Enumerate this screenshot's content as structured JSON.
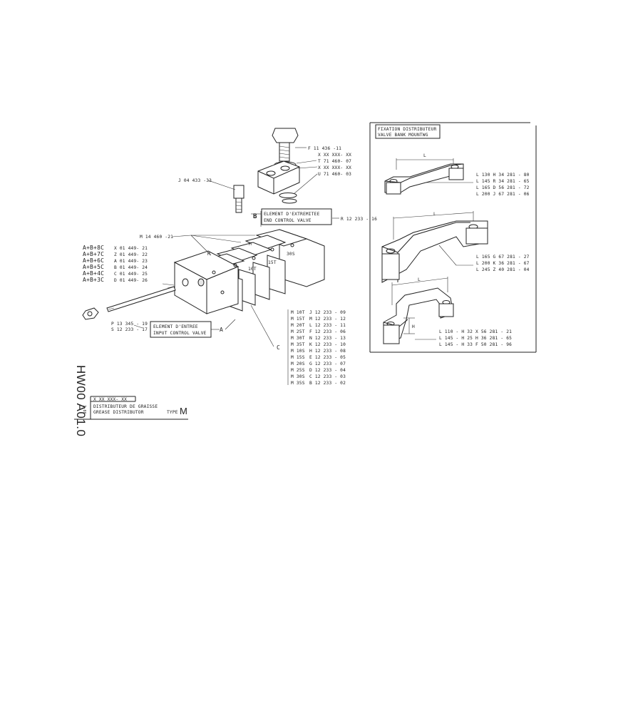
{
  "main_drawing": {
    "part_f": "F 11 436 -11",
    "part_x1": "X XX XXX- XX",
    "part_t": "T 71 460- 07",
    "part_x2": "X XX XXX- XX",
    "part_u": "U 71 460- 03",
    "part_j": "J 04 433 -33",
    "callout_b": "B",
    "end_valve_fr": "ELEMENT D'EXTREMITEE",
    "end_valve_en": "END CONTROL VALVE",
    "part_r": "R 12 233 - 16",
    "part_m": "M 14 460 -21",
    "block_m1": "M",
    "block_m2": "M",
    "block_10t": "10T",
    "block_15t": "15T",
    "block_30s": "30S",
    "assemblies": [
      {
        "code": "A+B+8C",
        "ref": "X 01 449- 21"
      },
      {
        "code": "A+B+7C",
        "ref": "Z 01 449- 22"
      },
      {
        "code": "A+B+6C",
        "ref": "A 01 449- 23"
      },
      {
        "code": "A+B+5C",
        "ref": "B 01 449- 24"
      },
      {
        "code": "A+B+4C",
        "ref": "C 01 449- 25"
      },
      {
        "code": "A+B+3C",
        "ref": "D 01 449- 26"
      }
    ],
    "part_p": "P 13 345 - 19",
    "part_s": "S 12 233 - 17",
    "input_valve_fr": "ELEMENT D'ENTREE",
    "input_valve_en": "INPUT CONTROL VALVE",
    "callout_a": "A",
    "callout_c": "C",
    "c_elements": [
      {
        "code": "M 10T",
        "ref": "J 12 233 - 09"
      },
      {
        "code": "M 15T",
        "ref": "M 12 233 - 12"
      },
      {
        "code": "M 20T",
        "ref": "L 12 233 - 11"
      },
      {
        "code": "M 25T",
        "ref": "F 12 233 - 06"
      },
      {
        "code": "M 30T",
        "ref": "N 12 233 - 13"
      },
      {
        "code": "M 35T",
        "ref": "K 12 233 - 10"
      },
      {
        "code": "M 10S",
        "ref": "H 12 233 - 08"
      },
      {
        "code": "M 15S",
        "ref": "E 12 233 - 05"
      },
      {
        "code": "M 20S",
        "ref": "G 12 233 - 07"
      },
      {
        "code": "M 25S",
        "ref": "D 12 233 - 04"
      },
      {
        "code": "M 30S",
        "ref": "C 12 233 - 03"
      },
      {
        "code": "M 35S",
        "ref": "B 12 233 - 02"
      }
    ]
  },
  "mounting_panel": {
    "title_fr": "FIXATION DISTRIBUTEUR",
    "title_en": "VALVE BANK MOUNTWG",
    "dim_l1": "L",
    "dim_l2": "L",
    "dim_l3": "L",
    "dim_h": "H",
    "group1": [
      "L 130   H 34 281 - 80",
      "L 145   R 34 281 - 65",
      "L 165   D 56 281 - 72",
      "L 200   J 67 281 - 06"
    ],
    "group2": [
      "L 165   G 67 281 - 27",
      "L 200   K 36 281 - 67",
      "L 245   Z 40 281 - 04"
    ],
    "group3": [
      "L 110 - H 32   X 56 281 - 21",
      "L 145 - H 25   H 36 281 - 65",
      "L 145 - H 33   F 50 281 - 96"
    ]
  },
  "title_block": {
    "doc_code": "HW00 A01.0",
    "side_mark": "7-86",
    "ref_number": "X XX XXX- XX",
    "title_fr": "DISTRIBUTEUR DE GRAISSE",
    "title_en": "GREASE DISTRIBUTOR",
    "type_label": "TYPE",
    "type_value": "M"
  }
}
